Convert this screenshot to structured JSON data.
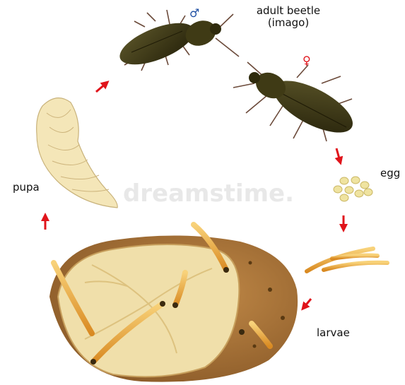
{
  "labels": {
    "adult_line1": "adult beetle",
    "adult_line2": "(imago)",
    "egg": "egg",
    "pupa": "pupa",
    "larvae": "larvae"
  },
  "symbols": {
    "male": "♂",
    "female": "♀"
  },
  "watermark": "dreamstime.",
  "colors": {
    "arrow": "#e0141b",
    "beetle": "#3b3514",
    "potato_skin": "#b07a3c",
    "potato_flesh": "#f0dfaa",
    "larva": "#e8a43a",
    "pupa": "#f4e6b8"
  }
}
